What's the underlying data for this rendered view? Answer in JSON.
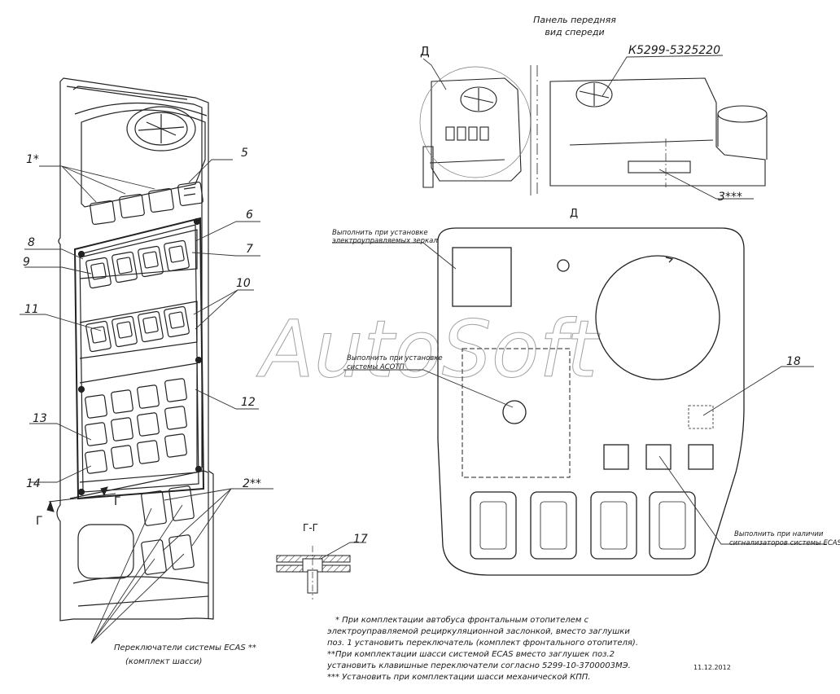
{
  "front_panel_title": [
    "Панель передняя",
    "вид спереди"
  ],
  "part_number": "К5299-5325220",
  "view_d_label": "Д",
  "view_d_title": "Д",
  "view_gg_label": "Г-Г",
  "section_mark": "Г",
  "callouts": {
    "c1": "1*",
    "c2": "2**",
    "c3": "3***",
    "c5": "5",
    "c6": "6",
    "c7": "7",
    "c8": "8",
    "c9": "9",
    "c10": "10",
    "c11": "11",
    "c12": "12",
    "c13": "13",
    "c14": "14",
    "c17": "17",
    "c18": "18"
  },
  "notes": {
    "mirrors": [
      "Выполнить при установке",
      "электроуправляемых зеркал"
    ],
    "acotm": [
      "Выполнить при установке",
      "системы АСОТП"
    ],
    "ecas_indicators": [
      "Выполнить при наличии",
      "сигнализаторов системы ECAS"
    ],
    "ecas_switches": [
      "Переключатели системы ECAS **",
      "(комплект шасси)"
    ]
  },
  "watermark": "AutoSoft",
  "footnotes": [
    "* При комплектации автобуса фронтальным отопителем с",
    "электроуправляемой рециркуляционной заслонкой, вместо заглушки",
    "поз. 1 установить переключатель (комплект фронтального отопителя).",
    "**При комплектации шасси системой ECAS вместо заглушек поз.2",
    " установить клавишные переключатели согласно 5299-10-3700003МЭ.",
    "*** Установить при комплектации шасси механической КПП."
  ],
  "date": "11.12.2012"
}
